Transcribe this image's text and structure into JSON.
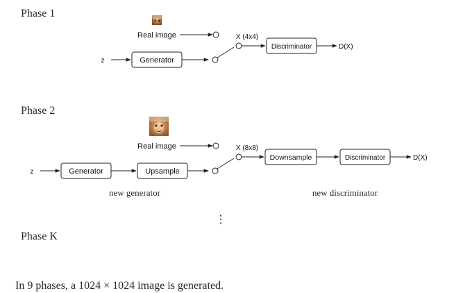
{
  "phase1": {
    "heading": "Phase 1",
    "real_image_label": "Real image",
    "z_label": "z",
    "generator_label": "Generator",
    "switch_label": "X (4x4)",
    "discriminator_label": "Discriminator",
    "output_label": "D(X)"
  },
  "phase2": {
    "heading": "Phase 2",
    "real_image_label": "Real image",
    "z_label": "z",
    "generator_label": "Generator",
    "upsample_label": "Upsample",
    "switch_label": "X (8x8)",
    "downsample_label": "Downsample",
    "discriminator_label": "Discriminator",
    "output_label": "D(X)",
    "new_generator_caption": "new generator",
    "new_discriminator_caption": "new discriminator"
  },
  "ellipsis": "⋮",
  "phaseK": {
    "heading": "Phase K"
  },
  "footer": {
    "text": "In 9 phases, a 1024 × 1024 image is generated."
  }
}
